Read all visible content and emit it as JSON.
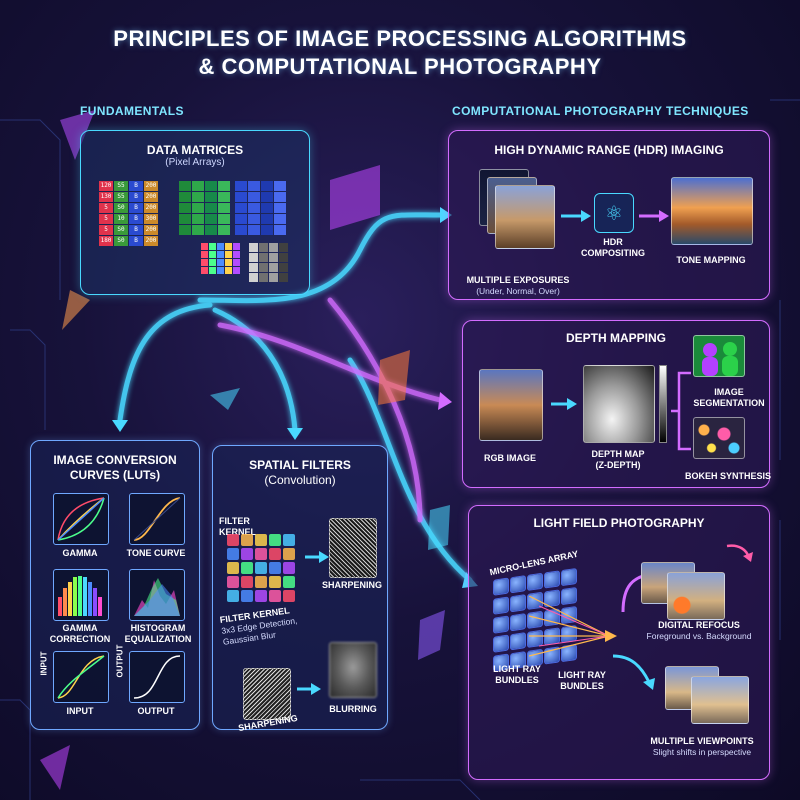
{
  "title": {
    "line1": "PRINCIPLES OF IMAGE PROCESSING ALGORITHMS",
    "line2": "& COMPUTATIONAL PHOTOGRAPHY"
  },
  "sections": {
    "fundamentals": "FUNDAMENTALS",
    "computational": "COMPUTATIONAL PHOTOGRAPHY TECHNIQUES"
  },
  "data_matrices": {
    "title": "DATA MATRICES",
    "subtitle": "(Pixel Arrays)",
    "cells": [
      "120",
      "S5",
      "B",
      "200",
      "130",
      "S5",
      "B",
      "200",
      "5",
      "S0",
      "B",
      "200",
      "5",
      "10",
      "B",
      "300",
      "5",
      "S0",
      "B",
      "200",
      "180",
      "S0",
      "B",
      "200"
    ]
  },
  "hdr": {
    "title": "HIGH DYNAMIC RANGE (HDR) IMAGING",
    "exposures_label": "MULTIPLE EXPOSURES",
    "exposures_sub": "(Under, Normal, Over)",
    "compositing": "HDR COMPOSITING",
    "tone_mapping": "TONE MAPPING"
  },
  "depth": {
    "title": "DEPTH MAPPING",
    "rgb": "RGB IMAGE",
    "depth_map": "DEPTH MAP",
    "depth_map_sub": "(Z-DEPTH)",
    "segmentation": "IMAGE SEGMENTATION",
    "bokeh": "BOKEH SYNTHESIS"
  },
  "luts": {
    "title_line1": "IMAGE CONVERSION",
    "title_line2": "CURVES (LUTs)",
    "gamma": "GAMMA",
    "tone_curve": "TONE CURVE",
    "gamma_correction": "GAMMA CORRECTION",
    "histogram_eq": "HISTOGRAM EQUALIZATION",
    "input_axis": "INPUT",
    "output_axis": "OUTPUT",
    "input_label": "INPUT",
    "output_label": "OUTPUT"
  },
  "spatial": {
    "title_line1": "SPATIAL FILTERS",
    "title_line2": "(Convolution)",
    "filter_kernel": "FILTER KERNEL",
    "kernel_caption": "FILTER KERNEL",
    "kernel_caption_sub": "3x3 Edge Detection, Gaussian Blur",
    "sharpening_top": "SHARPENING",
    "sharpening_bottom": "SHARPENING",
    "blurring": "BLURRING"
  },
  "lightfield": {
    "title": "LIGHT FIELD PHOTOGRAPHY",
    "micro_lens": "MICRO-LENS ARRAY",
    "ray_bundles_1": "LIGHT RAY BUNDLES",
    "ray_bundles_2": "LIGHT RAY BUNDLES",
    "refocus": "DIGITAL REFOCUS",
    "refocus_sub": "Foreground vs. Background",
    "viewpoints": "MULTIPLE VIEWPOINTS",
    "viewpoints_sub": "Slight shifts in perspective"
  },
  "colors": {
    "cyan": "#49d9ff",
    "pink": "#d36cff",
    "blue": "#6fa8ff"
  }
}
